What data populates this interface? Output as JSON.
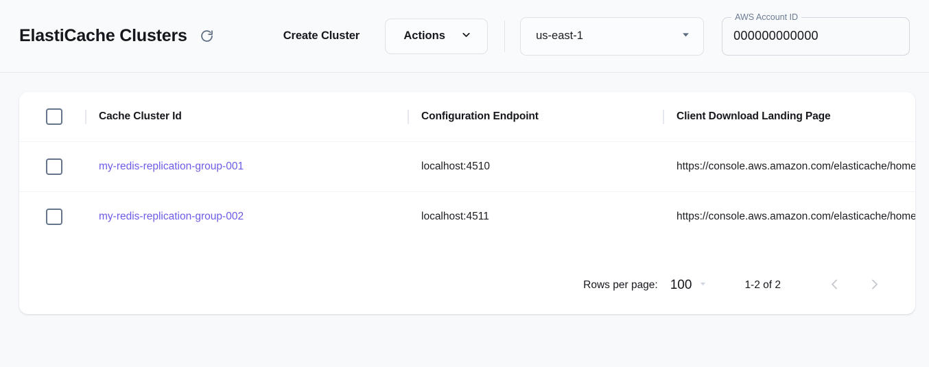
{
  "header": {
    "title": "ElastiCache Clusters",
    "refresh_icon": "refresh-icon",
    "create_button": "Create Cluster",
    "actions_button": "Actions",
    "actions_caret_icon": "chevron-down-icon",
    "region": {
      "value": "us-east-1",
      "caret_icon": "triangle-down-icon"
    },
    "account": {
      "label": "AWS Account ID",
      "value": "000000000000"
    }
  },
  "table": {
    "columns": [
      "Cache Cluster Id",
      "Configuration Endpoint",
      "Client Download Landing Page"
    ],
    "rows": [
      {
        "cluster_id": "my-redis-replication-group-001",
        "endpoint": "localhost:4510",
        "landing_page": "https://console.aws.amazon.com/elasticache/home"
      },
      {
        "cluster_id": "my-redis-replication-group-002",
        "endpoint": "localhost:4511",
        "landing_page": "https://console.aws.amazon.com/elasticache/home"
      }
    ]
  },
  "pagination": {
    "rows_per_page_label": "Rows per page:",
    "rows_per_page_value": "100",
    "caret_icon": "triangle-down-icon",
    "range": "1-2 of 2",
    "prev_icon": "chevron-left-icon",
    "next_icon": "chevron-right-icon"
  },
  "colors": {
    "page_bg": "#f7f9fb",
    "header_bg": "#f8fafc",
    "card_bg": "#ffffff",
    "link": "#6b5ce7",
    "checkbox_border": "#64748b",
    "text": "#15171c",
    "muted": "#6b7a90"
  }
}
